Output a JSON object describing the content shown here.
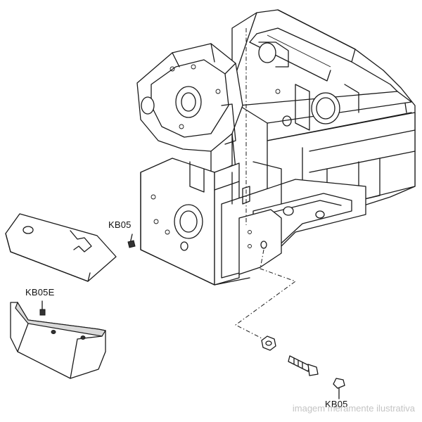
{
  "labels": {
    "kb05_top": "KB05",
    "kb05e": "KB05E",
    "kb05_bottom": "KB05"
  },
  "watermark": "imagem meramente ilustrativa"
}
